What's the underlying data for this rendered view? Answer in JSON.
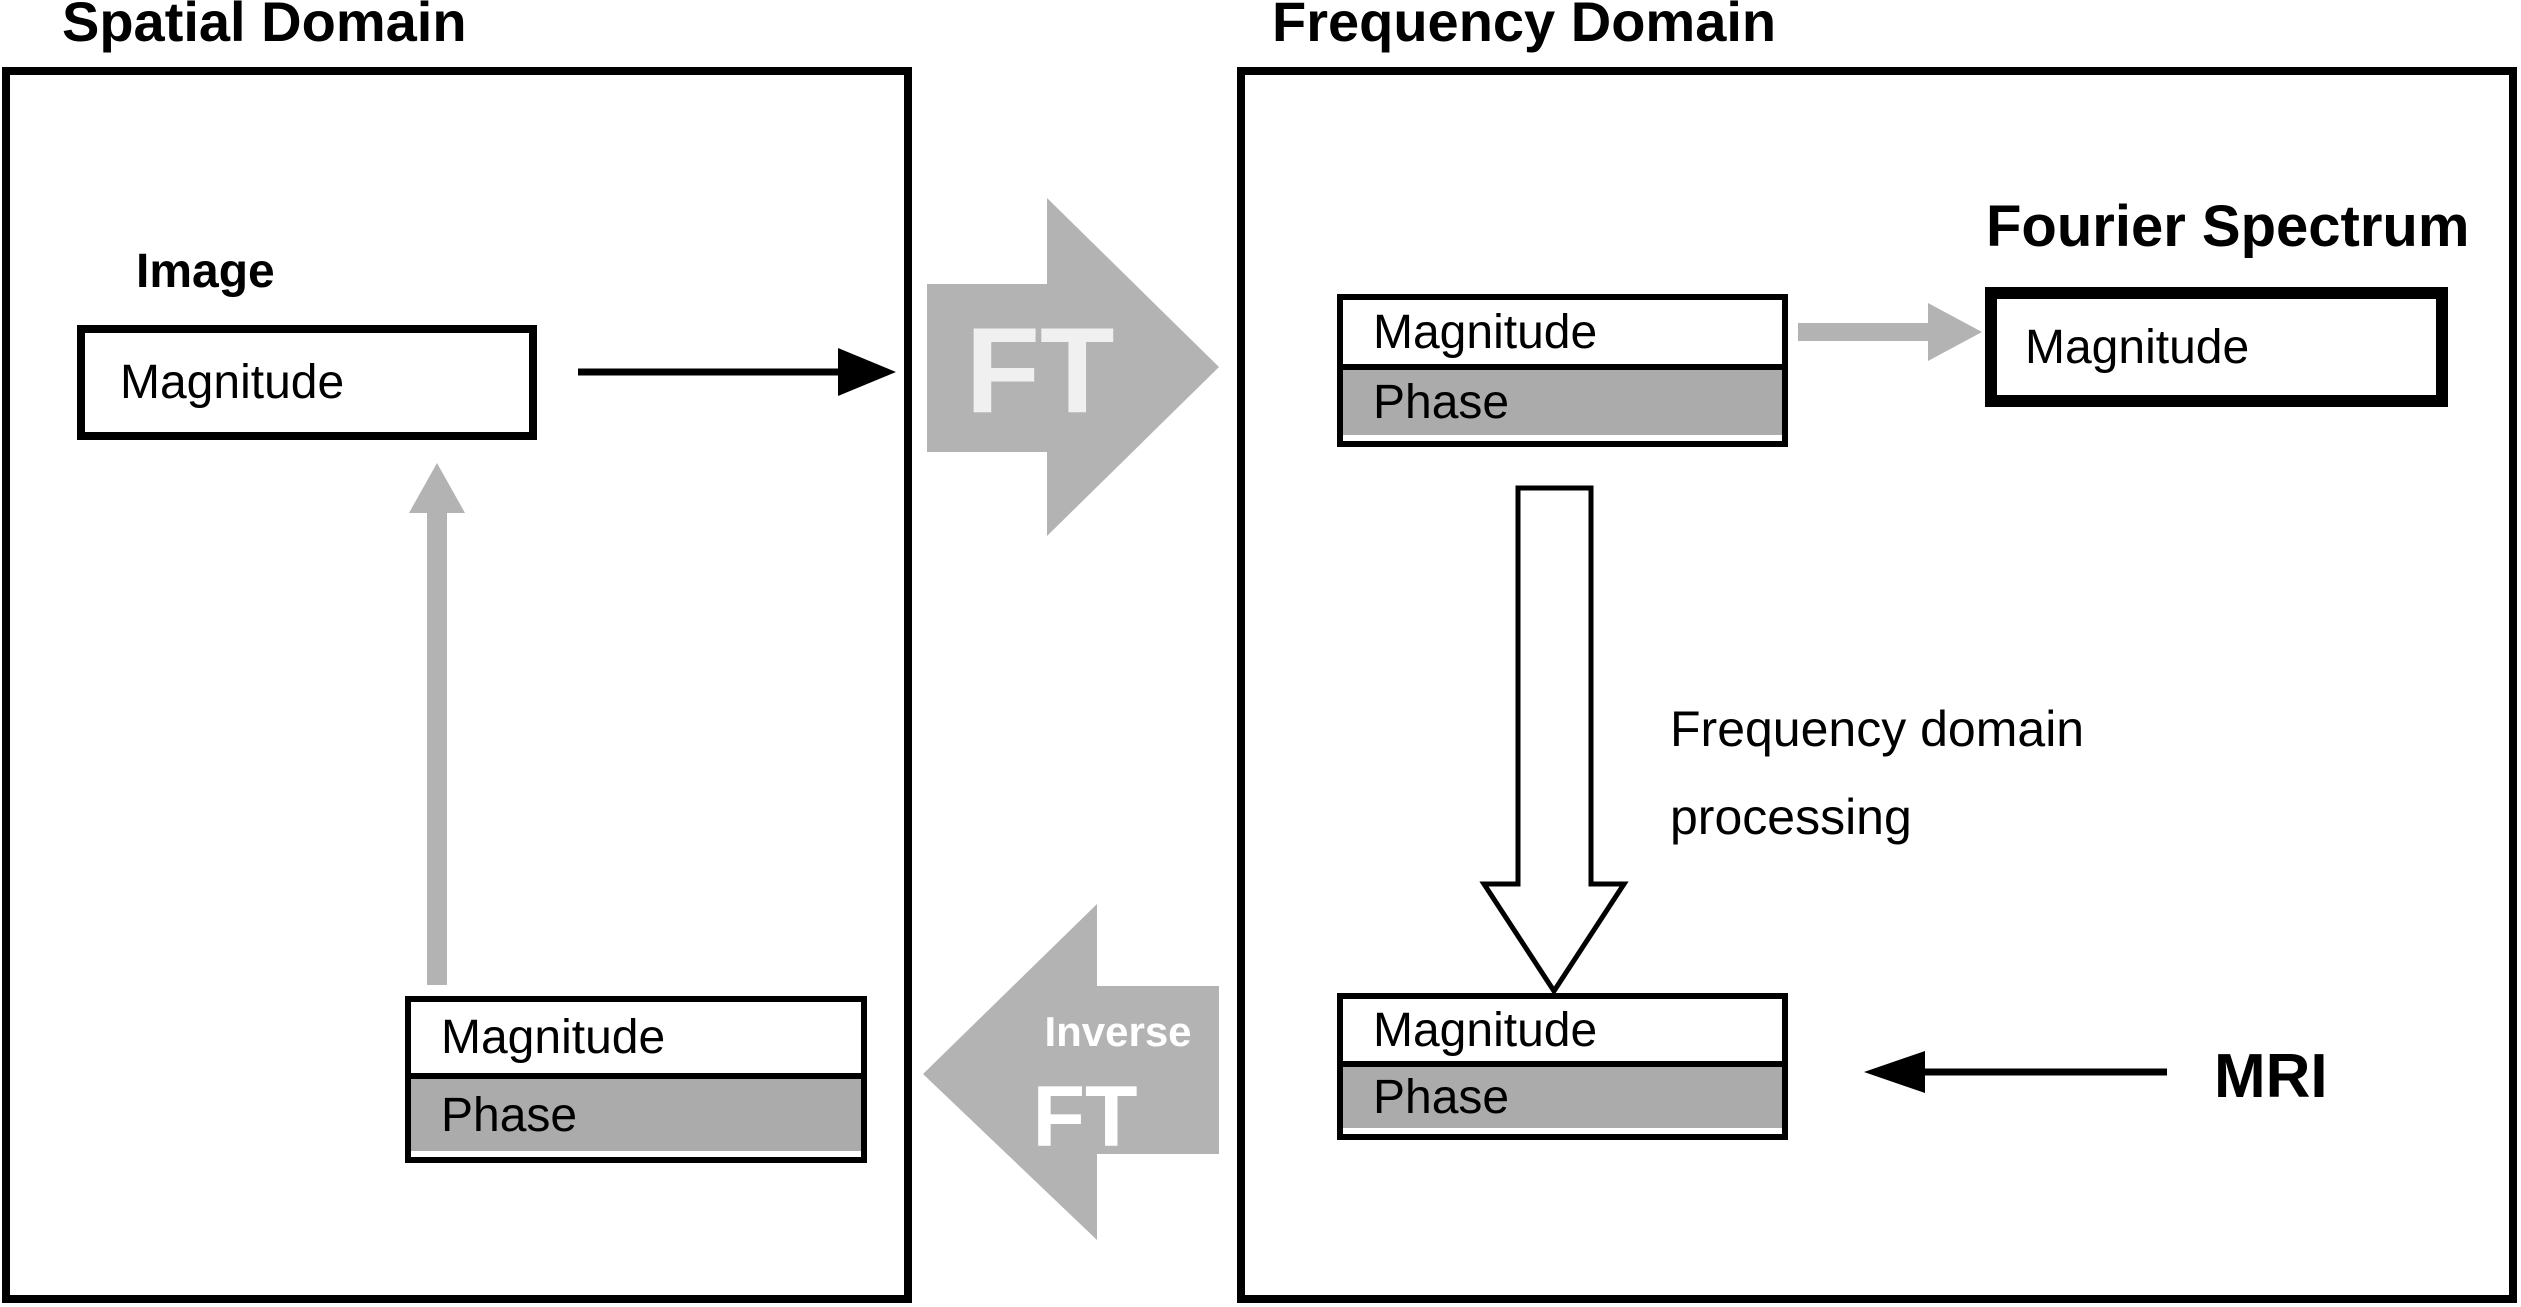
{
  "figure": {
    "type": "block-diagram",
    "topic": "Fourier transform image processing pipeline"
  },
  "colors": {
    "background": "#ffffff",
    "line_black": "#000000",
    "block_arrow_gray": "#b3b3b3",
    "phase_fill_gray": "#ababab",
    "ft_label_gray": "#f0f0f0",
    "inverse_label_white": "#ffffff"
  },
  "spatial": {
    "title": "Spatial Domain",
    "image_label": "Image",
    "image_box": {
      "magnitude": "Magnitude"
    },
    "result_box": {
      "magnitude": "Magnitude",
      "phase": "Phase"
    }
  },
  "frequency": {
    "title": "Frequency Domain",
    "top_box": {
      "magnitude": "Magnitude",
      "phase": "Phase"
    },
    "fourier_spectrum_label": "Fourier Spectrum",
    "fourier_box": {
      "magnitude": "Magnitude"
    },
    "processing_line1": "Frequency domain",
    "processing_line2": "processing",
    "bottom_box": {
      "magnitude": "Magnitude",
      "phase": "Phase"
    },
    "mri_label": "MRI"
  },
  "transforms": {
    "forward_ft": "FT",
    "inverse_line1": "Inverse",
    "inverse_line2": "FT"
  }
}
